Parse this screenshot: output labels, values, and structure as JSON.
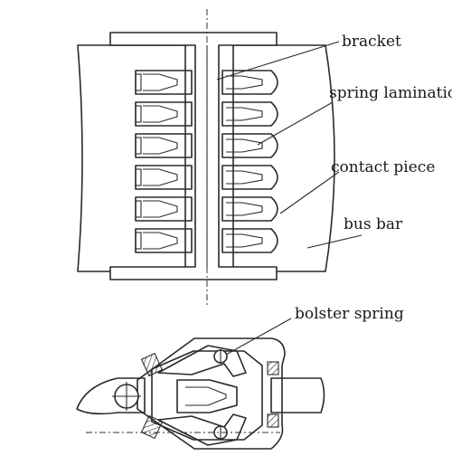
{
  "labels": {
    "bracket": "bracket",
    "spring_lamination": "spring lamination",
    "contact_piece": "contact piece",
    "bus_bar": "bus bar",
    "bolster_spring": "bolster spring"
  }
}
